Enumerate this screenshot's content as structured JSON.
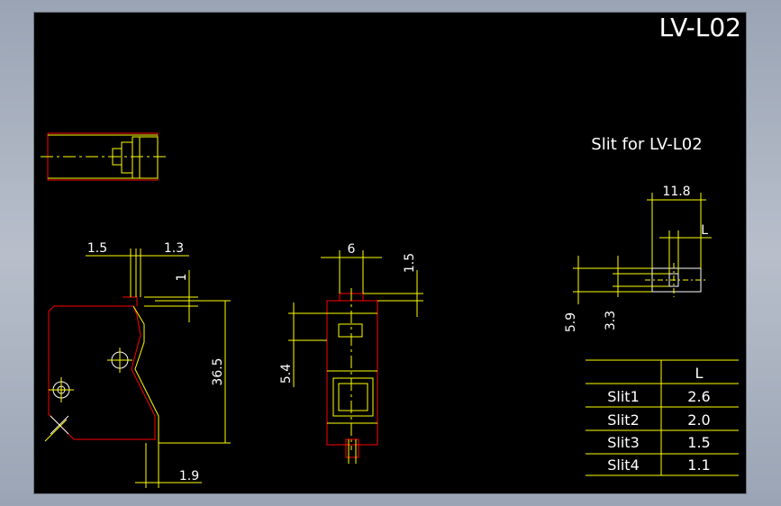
{
  "drawing": {
    "title": "LV-L02",
    "slit_caption": "Slit for LV-L02",
    "colors": {
      "background": "#000000",
      "frame": "#6d7480",
      "outline": "#ff0000",
      "dimension": "#ffff00",
      "text": "#ffffff"
    }
  },
  "dimensions": {
    "side_top_left": "1.5",
    "side_top_right": "1.3",
    "side_vertical_small": "1",
    "side_height": "36.5",
    "side_bottom": "1.9",
    "front_width": "6",
    "front_top_offset": "1.5",
    "front_window": "5.4",
    "slit_width": "11.8",
    "slit_length_label": "L",
    "slit_outer": "5.9",
    "slit_inner": "3.3"
  },
  "slit_table": {
    "header": [
      "",
      "L"
    ],
    "rows": [
      [
        "Slit1",
        "2.6"
      ],
      [
        "Slit2",
        "2.0"
      ],
      [
        "Slit3",
        "1.5"
      ],
      [
        "Slit4",
        "1.1"
      ]
    ]
  }
}
